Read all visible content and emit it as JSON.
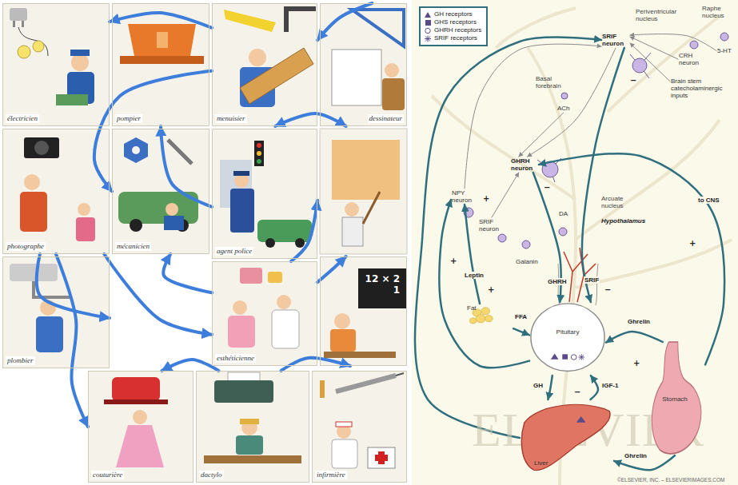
{
  "diagram": {
    "nodes": [
      {
        "text": [
          "électricien"
        ]
      },
      {
        "text": [
          "pompier"
        ]
      },
      {
        "text": [
          "menuisier"
        ]
      },
      {
        "text": [
          "dessinateur"
        ]
      },
      {
        "text": [
          "photographe"
        ]
      },
      {
        "text": [
          "mécanicien"
        ]
      },
      {
        "text": [
          "agent police"
        ]
      },
      {
        "text": [
          "plombier"
        ]
      },
      {
        "text": [
          "esthéticienne"
        ]
      },
      {
        "text": [
          "12 × 2",
          "1"
        ]
      },
      {
        "text": [
          "couturière"
        ]
      },
      {
        "text": [
          "dactylo"
        ]
      },
      {
        "text": [
          "infirmière"
        ]
      },
      {
        "text": [
          "SRIF neuron"
        ]
      },
      {
        "text": [
          "CRH neuron"
        ]
      },
      {
        "text": [
          "5-HT"
        ]
      },
      {
        "text": [
          "Brain stem catecholaminergic inputs"
        ]
      },
      {
        "text": [
          "ACh"
        ]
      },
      {
        "text": [
          "GHRH neuron"
        ]
      },
      {
        "text": [
          "NPY neuron"
        ]
      },
      {
        "text": [
          "SRIF neuron"
        ]
      },
      {
        "text": [
          "Galanin"
        ]
      },
      {
        "text": [
          "DA"
        ]
      },
      {
        "text": [
          "Pituitary"
        ]
      },
      {
        "text": [
          "Fat"
        ]
      },
      {
        "text": [
          "Liver"
        ]
      },
      {
        "text": [
          "Stomach"
        ]
      }
    ],
    "edges": [
      {
        "from": 2,
        "to": 0,
        "arrow": "to"
      },
      {
        "from": 3,
        "to": 2,
        "arrow": "to"
      },
      {
        "from": 2,
        "to": 3,
        "arrow": "both"
      },
      {
        "from": 2,
        "to": 5,
        "arrow": "to"
      },
      {
        "from": 6,
        "to": 1,
        "arrow": "to"
      },
      {
        "from": 8,
        "to": 5,
        "arrow": "to"
      },
      {
        "from": 4,
        "to": 7,
        "arrow": "to"
      },
      {
        "from": 4,
        "to": 10,
        "arrow": "to"
      },
      {
        "from": 4,
        "to": 8,
        "arrow": "to"
      },
      {
        "from": 8,
        "to": 6,
        "arrow": "to"
      },
      {
        "from": 8,
        "to": 9,
        "arrow": "to"
      },
      {
        "from": 11,
        "to": 10,
        "arrow": "to"
      },
      {
        "from": 11,
        "to": 9,
        "arrow": "to"
      },
      {
        "from": 13,
        "to": 18,
        "arrow": "to"
      },
      {
        "from": 13,
        "to": 23,
        "arrow": "to",
        "label": "SRIF"
      },
      {
        "from": 18,
        "to": 23,
        "arrow": "to",
        "label": "GHRH"
      },
      {
        "from": 23,
        "to": 25,
        "arrow": "to",
        "label": "GH"
      },
      {
        "from": 25,
        "to": 23,
        "arrow": "to",
        "label": "IGF-1"
      },
      {
        "from": 24,
        "to": 19,
        "arrow": "to",
        "label": "Leptin"
      },
      {
        "from": 24,
        "to": 23,
        "arrow": "to",
        "label": "FFA"
      },
      {
        "from": 26,
        "to": 23,
        "arrow": "to",
        "label": "Ghrelin"
      },
      {
        "from": 26,
        "to": 18,
        "arrow": "to",
        "label": "to CNS"
      },
      {
        "from": 25,
        "to": 13,
        "arrow": "to"
      },
      {
        "from": 23,
        "to": 19,
        "arrow": "to"
      },
      {
        "from": 19,
        "to": 13,
        "arrow": "to"
      },
      {
        "from": 26,
        "to": 25,
        "arrow": "to",
        "label": "Ghrelin"
      },
      {
        "from": 14,
        "to": 13,
        "arrow": "to"
      },
      {
        "from": 15,
        "to": 13,
        "arrow": "to"
      },
      {
        "from": 16,
        "to": 13,
        "arrow": "to"
      },
      {
        "from": 17,
        "to": 18,
        "arrow": "to"
      },
      {
        "from": 20,
        "to": 18,
        "arrow": "to"
      }
    ],
    "labels": [
      "Periventricular nucleus",
      "Raphe nucleus",
      "Basal forebrain",
      "Arcuate nucleus",
      "Hypothalamus",
      "ELSEVIER",
      "©ELSEVIER, INC. – ELSEVIERIMAGES.COM",
      "−",
      "−",
      "+",
      "+",
      "+",
      "−",
      "+",
      "+",
      "−"
    ],
    "legend": [
      {
        "text": "GH receptors"
      },
      {
        "text": "GHS receptors"
      },
      {
        "text": "GHRH receptors"
      },
      {
        "text": "SRIF receptors"
      }
    ]
  }
}
